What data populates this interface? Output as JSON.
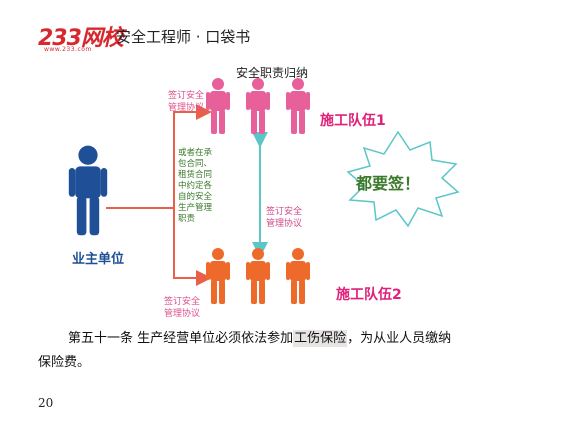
{
  "header": {
    "logo_text": "233网校",
    "logo_url": "www.233.com",
    "title": "安全工程师 · 口袋书"
  },
  "diagram": {
    "title": "安全职责归纳",
    "sign_top": [
      "签订安全",
      "管理协议"
    ],
    "team1_label": "施工队伍1",
    "middle_note": "或者在承包合同、租赁合同中约定各自的安全生产管理职责",
    "sign_middle": [
      "签订安全",
      "管理协议"
    ],
    "owner_label": "业主单位",
    "team2_label": "施工队伍2",
    "sign_bottom": [
      "签订安全",
      "管理协议"
    ],
    "burst_text": "都要签！",
    "colors": {
      "owner": "#1f4f96",
      "team1": "#e8609a",
      "team2": "#ee6a2a",
      "arrow_owner": "#e8604a",
      "arrow_between": "#5bc6c8",
      "burst": "#5bc6c8"
    }
  },
  "article": {
    "before": "第五十一条  生产经营单位必须依法参加",
    "highlight": "工伤保险",
    "after": "，为从业人员缴纳",
    "line2": "保险费。"
  },
  "page_number": "20"
}
